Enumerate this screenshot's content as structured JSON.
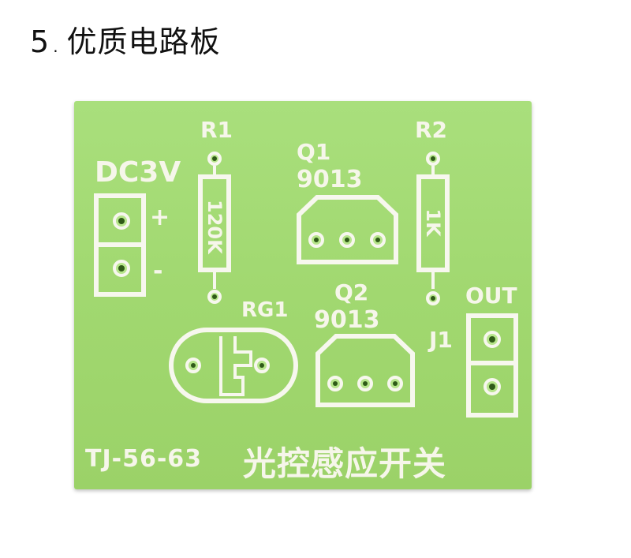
{
  "heading": {
    "number": "5",
    "text": "优质电路板"
  },
  "board": {
    "power_label": "DC3V",
    "plus": "+",
    "minus": "-",
    "r1": {
      "name": "R1",
      "value": "120K"
    },
    "r2": {
      "name": "R2",
      "value": "1K"
    },
    "q1": {
      "name": "Q1",
      "part": "9013"
    },
    "q2": {
      "name": "Q2",
      "part": "9013"
    },
    "rg1": "RG1",
    "j1": "J1",
    "out": "OUT",
    "model": "TJ-56-63",
    "title_cn": "光控感应开关"
  },
  "colors": {
    "board_green": "#a1d870",
    "silkscreen": "#f7f7ee",
    "hole": "#2f5a18"
  }
}
